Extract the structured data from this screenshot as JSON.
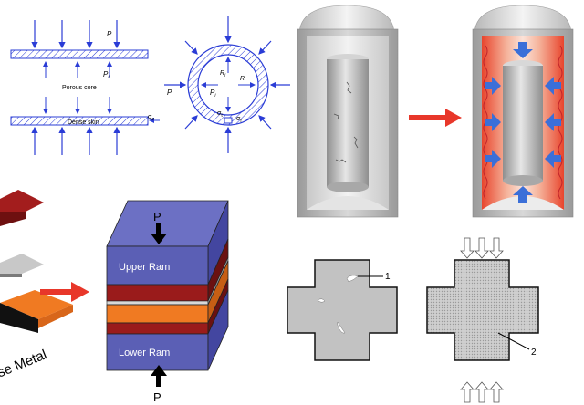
{
  "skin_diagram": {
    "label_p": "P",
    "label_pi": "P",
    "label_pi_sub": "i",
    "label_core": "Porous core",
    "label_skin": "Dense skin",
    "label_sigma": "σ",
    "label_sigma_sub": "z"
  },
  "ring_diagram": {
    "label_p_left": "P",
    "label_pi": "P",
    "label_pi_sub": "i",
    "label_ri": "R",
    "label_ri_sub": "i",
    "label_ro": "R",
    "label_sigma_t": "σ",
    "label_sigma_t_sub": "t",
    "label_sigma_r": "σ",
    "label_sigma_r_sub": "r"
  },
  "press_diagram": {
    "label_p_top": "P",
    "label_upper": "Upper Ram",
    "label_lower": "Lower Ram",
    "label_p_bottom": "P",
    "label_metal": "se Metal"
  },
  "cross_diagram": {
    "label_1": "1",
    "label_2": "2"
  },
  "colors": {
    "blue_arrow": "#2a3cd6",
    "ram_blue": "#5b5fb5",
    "dark_red": "#8b1a1a",
    "orange": "#f07a22",
    "arrow_red": "#e8372a"
  }
}
